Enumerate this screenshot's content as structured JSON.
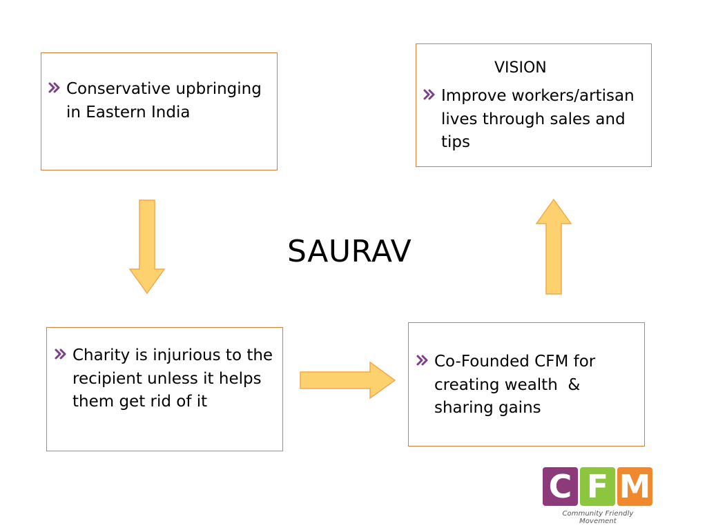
{
  "center_title": "SAURAV",
  "nodes": {
    "upbringing": {
      "text": "Conservative upbringing in Eastern India"
    },
    "vision": {
      "title": "VISION",
      "text": "Improve workers/artisan lives through sales and tips"
    },
    "charity": {
      "text": "Charity is injurious to the recipient unless it helps them get rid of it"
    },
    "cofounded": {
      "text": "Co-Founded CFM for creating wealth  & sharing gains"
    }
  },
  "logo": {
    "letters": [
      "C",
      "F",
      "M"
    ],
    "tagline": "Community Friendly Movement"
  },
  "colors": {
    "box_border": "#e8772e",
    "arrow_fill": "#fdd26e",
    "arrow_stroke": "#f3a84b",
    "bullet": "#7b3f8c",
    "logo_c": "#8d3a7b",
    "logo_f": "#8cc63e",
    "logo_m": "#f0892e"
  },
  "icons": {
    "bullet": "double-chevron-right-icon"
  }
}
